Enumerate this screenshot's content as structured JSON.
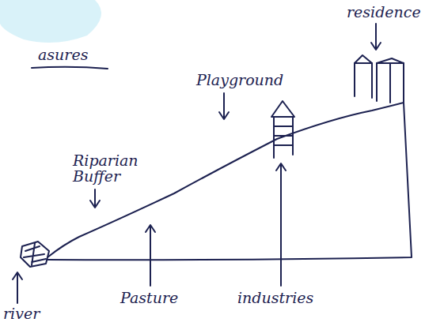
{
  "diagram": {
    "title": "asures",
    "labels": [
      "residence",
      "Playground",
      "Riparian Buffer",
      "Pasture",
      "industries",
      "river"
    ]
  }
}
